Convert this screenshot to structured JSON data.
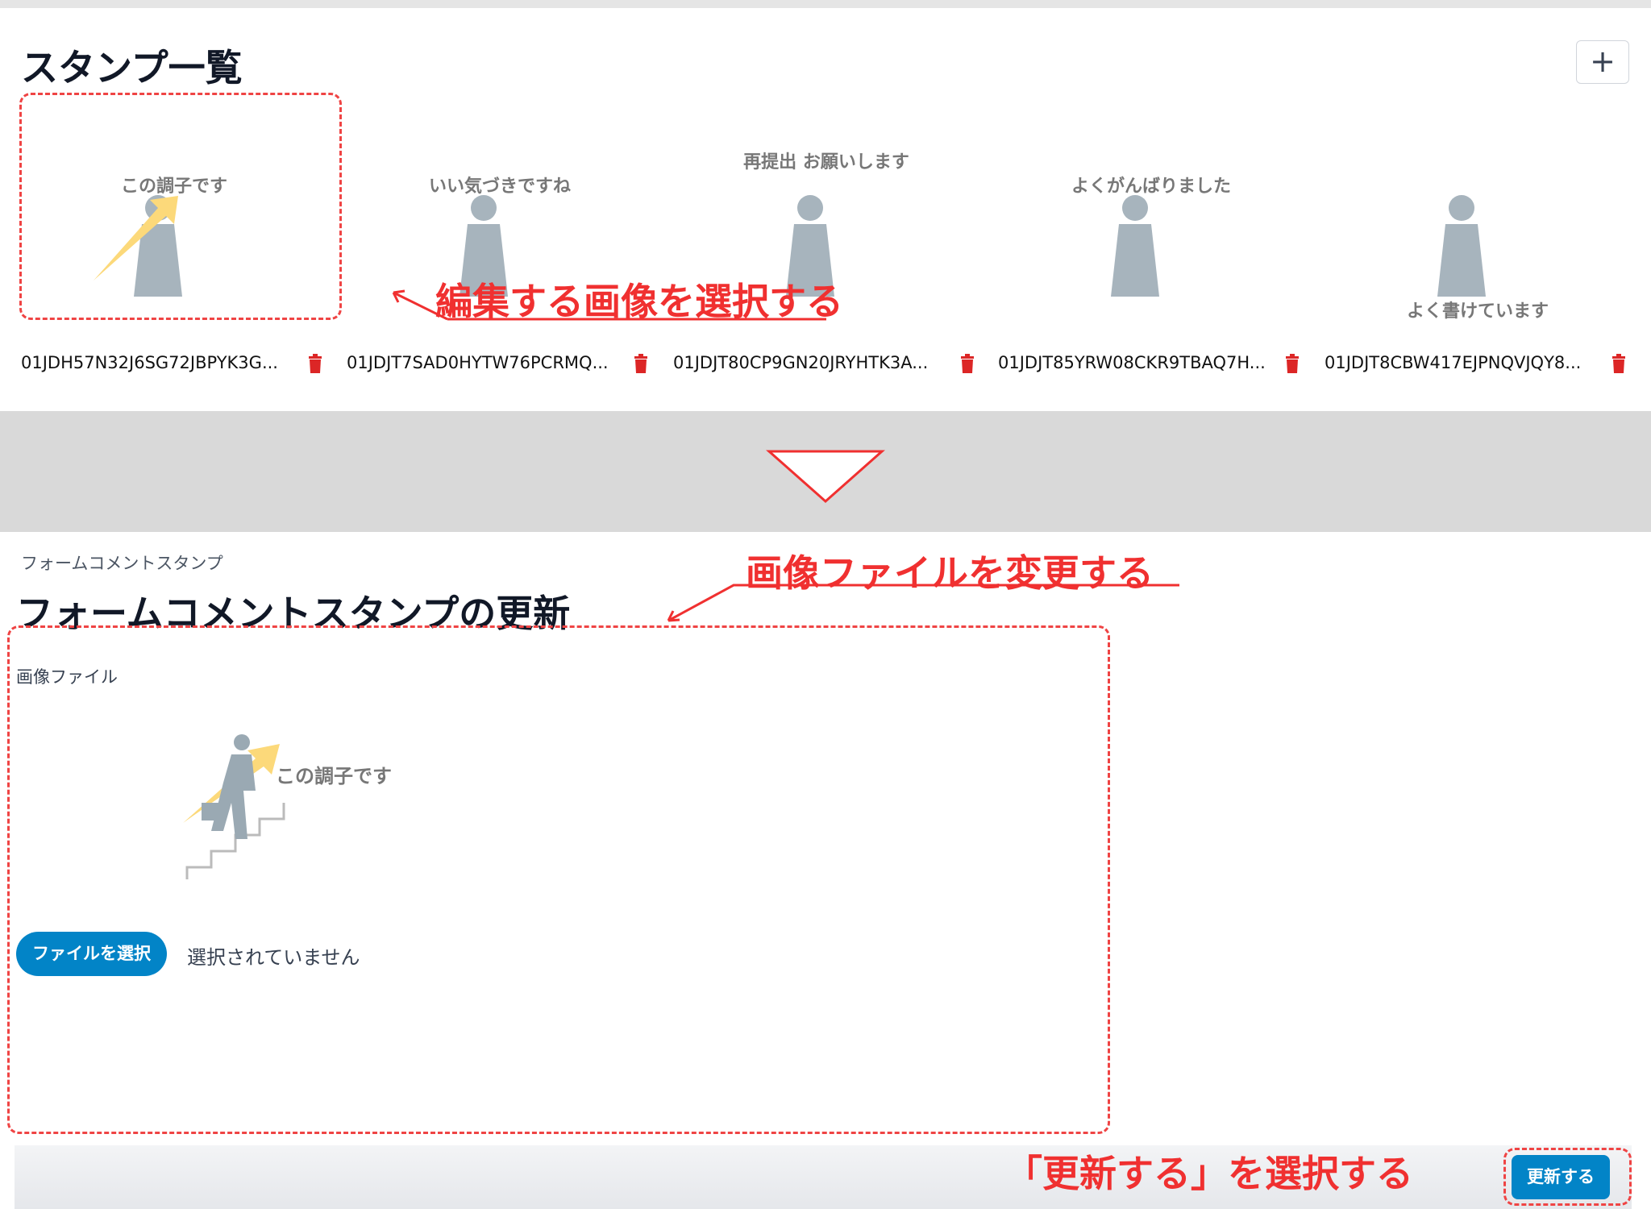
{
  "list": {
    "title": "スタンプ一覧",
    "add_icon": "plus-icon",
    "stamps": [
      {
        "id": "01JDH57N32J6SG72JBPYK3G...",
        "image_text": "この調子です"
      },
      {
        "id": "01JDJT7SAD0HYTW76PCRMQ...",
        "image_text": "いい気づきですね"
      },
      {
        "id": "01JDJT80CP9GN20JRYHTK3A...",
        "image_text": "再提出 お願いします"
      },
      {
        "id": "01JDJT85YRW08CKR9TBAQ7H...",
        "image_text": "よくがんばりました"
      },
      {
        "id": "01JDJT8CBW417EJPNQVJQY8...",
        "image_text": "よく書けています"
      }
    ]
  },
  "annotations": {
    "select_image": "編集する画像を選択する",
    "change_file": "画像ファイルを変更する",
    "click_update": "「更新する」を選択する",
    "color": "#f03030"
  },
  "form": {
    "breadcrumb": "フォームコメントスタンプ",
    "title": "フォームコメントスタンプの更新",
    "field_label": "画像ファイル",
    "preview_text": "この調子です",
    "file_button": "ファイルを選択",
    "file_status": "選択されていません",
    "submit": "更新する",
    "accent": "#0284c7"
  }
}
